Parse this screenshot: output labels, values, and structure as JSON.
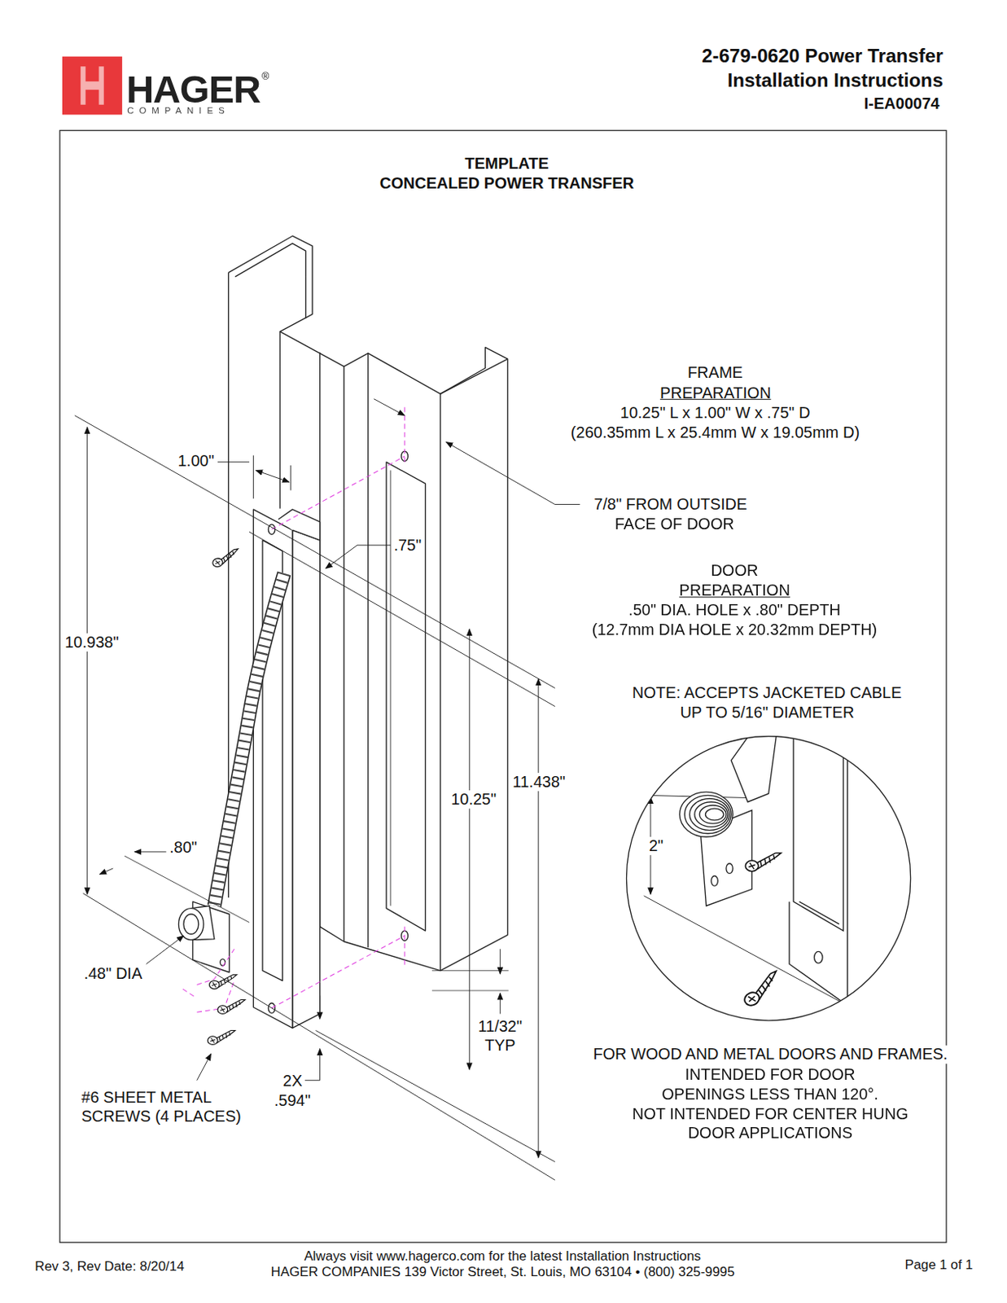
{
  "diagram": {
    "title": "2-679-0620 Power Transfer Installation Instructions",
    "nodes": [
      {
        "text": [
          "2\""
        ]
      }
    ],
    "labels": [
      "HAGER",
      "®",
      "COMPANIES",
      "I-EA00074",
      "TEMPLATE",
      "CONCEALED POWER TRANSFER",
      "FRAME",
      "PREPARATION",
      "10.25\" L x 1.00\" W x .75\" D",
      "(260.35mm L x 25.4mm W x 19.05mm D)",
      "7/8\" FROM OUTSIDE",
      "FACE OF DOOR",
      "DOOR",
      "PREPARATION",
      ".50\" DIA. HOLE x .80\" DEPTH",
      "(12.7mm DIA HOLE x 20.32mm DEPTH)",
      "NOTE: ACCEPTS JACKETED CABLE",
      "UP TO 5/16\" DIAMETER",
      "1.00\"",
      ".75\"",
      "10.938\"",
      "10.25\"",
      "11.438\"",
      ".80\"",
      ".48\" DIA",
      "11/32\"",
      "TYP",
      "2X",
      ".594\"",
      "#6 SHEET METAL",
      "SCREWS (4 PLACES)",
      "FOR WOOD AND METAL DOORS AND FRAMES.",
      "INTENDED FOR DOOR",
      "OPENINGS LESS THAN 120°.",
      "NOT INTENDED FOR CENTER HUNG",
      "DOOR APPLICATIONS",
      "Rev 3, Rev Date: 8/20/14",
      "Always visit www.hagerco.com for the latest Installation Instructions",
      "HAGER COMPANIES 139 Victor Street, St. Louis, MO 63104 • (800) 325-9995",
      "Page 1 of 1"
    ]
  }
}
